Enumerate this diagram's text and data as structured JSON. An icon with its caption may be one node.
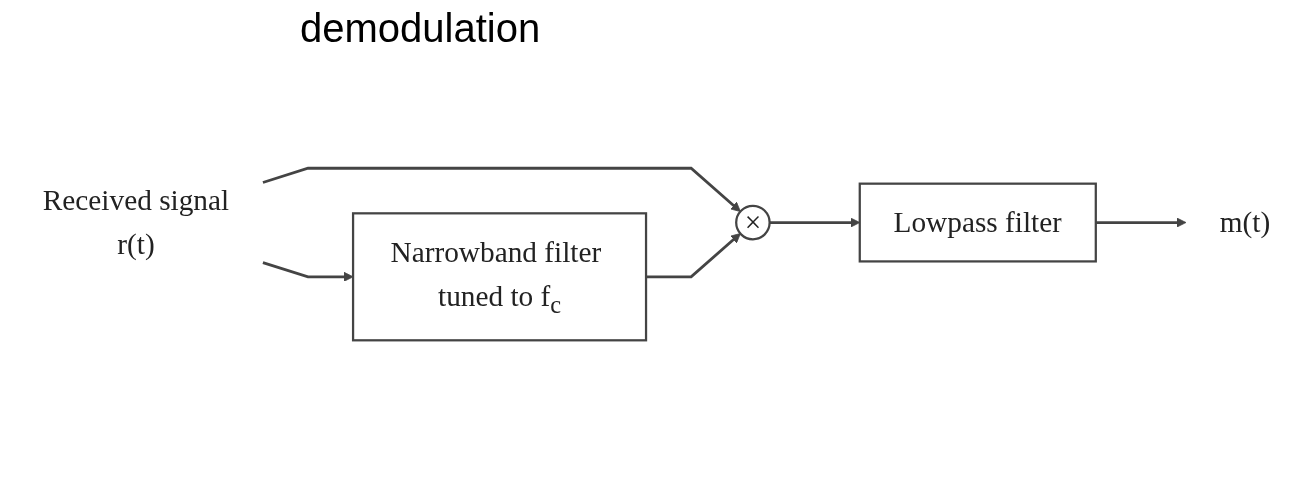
{
  "diagram": {
    "title": "demodulation",
    "nodes": [
      {
        "text": [
          "Received signal",
          "r(t)"
        ]
      },
      {
        "text": [
          "×"
        ]
      },
      {
        "text": [
          "Lowpass filter"
        ]
      },
      {
        "text": [
          "Narrowband filter tuned to f$_{c}$"
        ]
      },
      {
        "text": [
          "m(t)"
        ]
      }
    ],
    "edges": [
      {
        "from": 0,
        "to": 1,
        "arrow": "to"
      },
      {
        "from": 0,
        "to": 3,
        "arrow": "to"
      },
      {
        "from": 3,
        "to": 1,
        "arrow": "to"
      },
      {
        "from": 1,
        "to": 2,
        "arrow": "to"
      },
      {
        "from": 2,
        "to": 4,
        "arrow": "to"
      }
    ]
  }
}
